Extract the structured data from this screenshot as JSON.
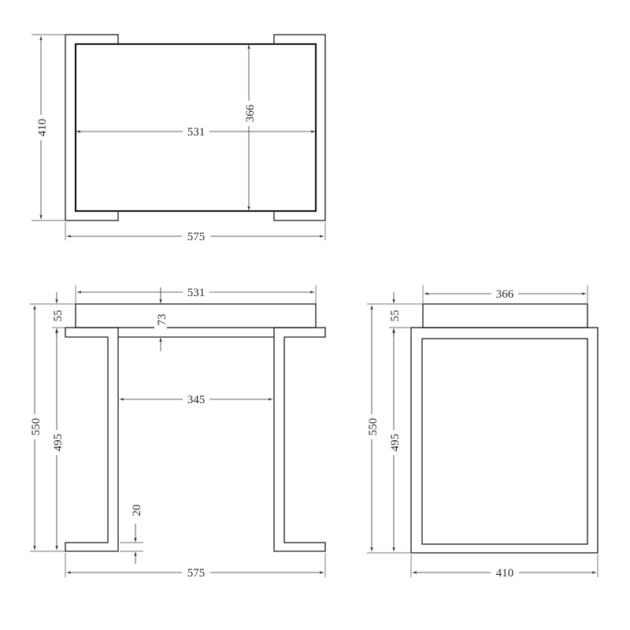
{
  "views": {
    "top": {
      "overall_width": "575",
      "overall_depth": "410",
      "inner_width": "531",
      "inner_depth": "366"
    },
    "front": {
      "top_width": "531",
      "top_thickness": "73",
      "total_height": "550",
      "frame_height": "495",
      "top_offset": "55",
      "inner_clearance": "345",
      "foot_thickness": "20",
      "overall_width": "575"
    },
    "side": {
      "top_width": "366",
      "total_height": "550",
      "frame_height": "495",
      "top_offset": "55",
      "overall_depth": "410"
    }
  }
}
